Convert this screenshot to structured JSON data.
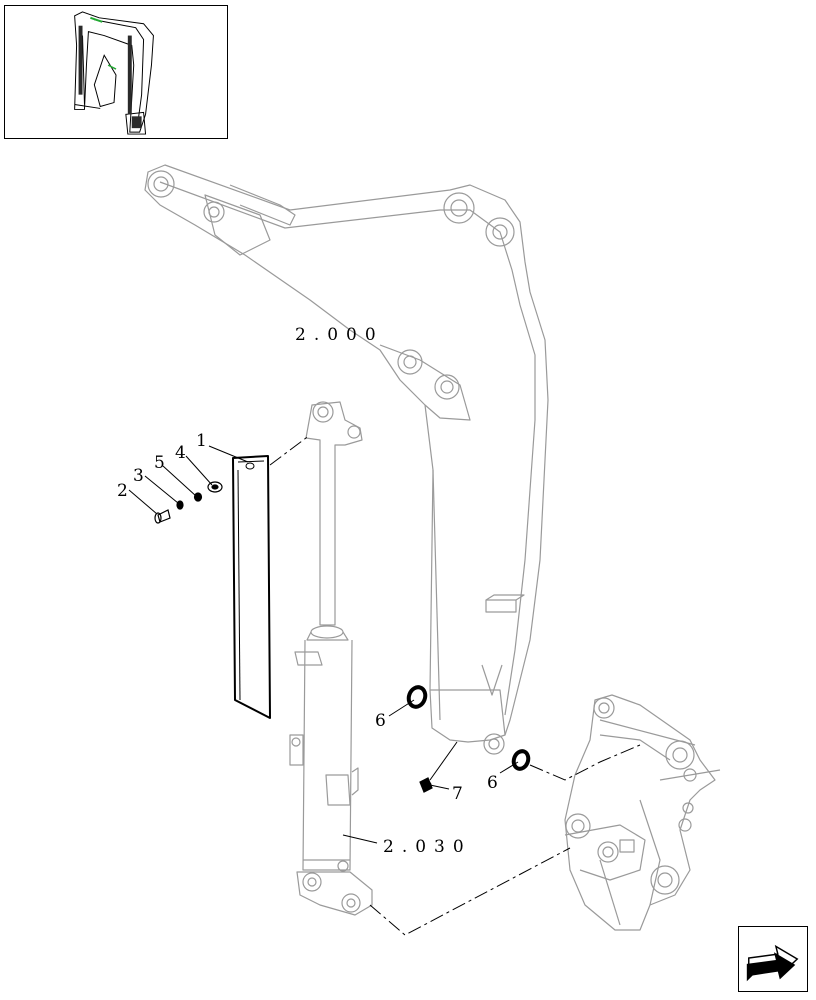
{
  "thumbnail": {
    "icon": "excavator-arm-overview-icon"
  },
  "references": {
    "boom": "2.000",
    "cylinder": "2.030"
  },
  "callouts": [
    "1",
    "2",
    "3",
    "4",
    "5",
    "6",
    "6",
    "7"
  ],
  "nav": {
    "icon": "next-page-arrow-icon"
  }
}
